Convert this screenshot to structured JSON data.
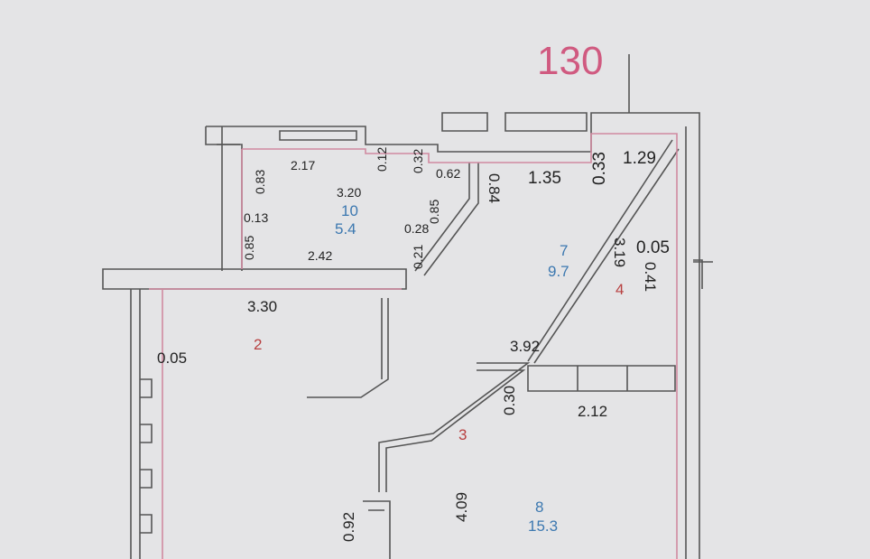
{
  "plan": {
    "apartment_number": "130",
    "colors": {
      "apartment_number": "#d05a80",
      "area": "#3c78b0",
      "room_index": "#b84040",
      "boundary": "#d08aa0"
    },
    "dimensions": [
      "2.17",
      "0.83",
      "0.12",
      "0.32",
      "0.62",
      "0.84",
      "1.35",
      "0.33",
      "1.29",
      "3.20",
      "0.85",
      "0.13",
      "0.85",
      "0.28",
      "2.42",
      "0.21",
      "3.19",
      "0.05",
      "0.41",
      "3.30",
      "0.05",
      "3.92",
      "0.30",
      "2.12",
      "4.09",
      "0.92"
    ],
    "rooms": [
      {
        "number": "10",
        "area": "5.4"
      },
      {
        "number": "7",
        "area": "9.7"
      },
      {
        "number": "8",
        "area": "15.3"
      }
    ],
    "room_indices": [
      "2",
      "3",
      "4"
    ]
  }
}
